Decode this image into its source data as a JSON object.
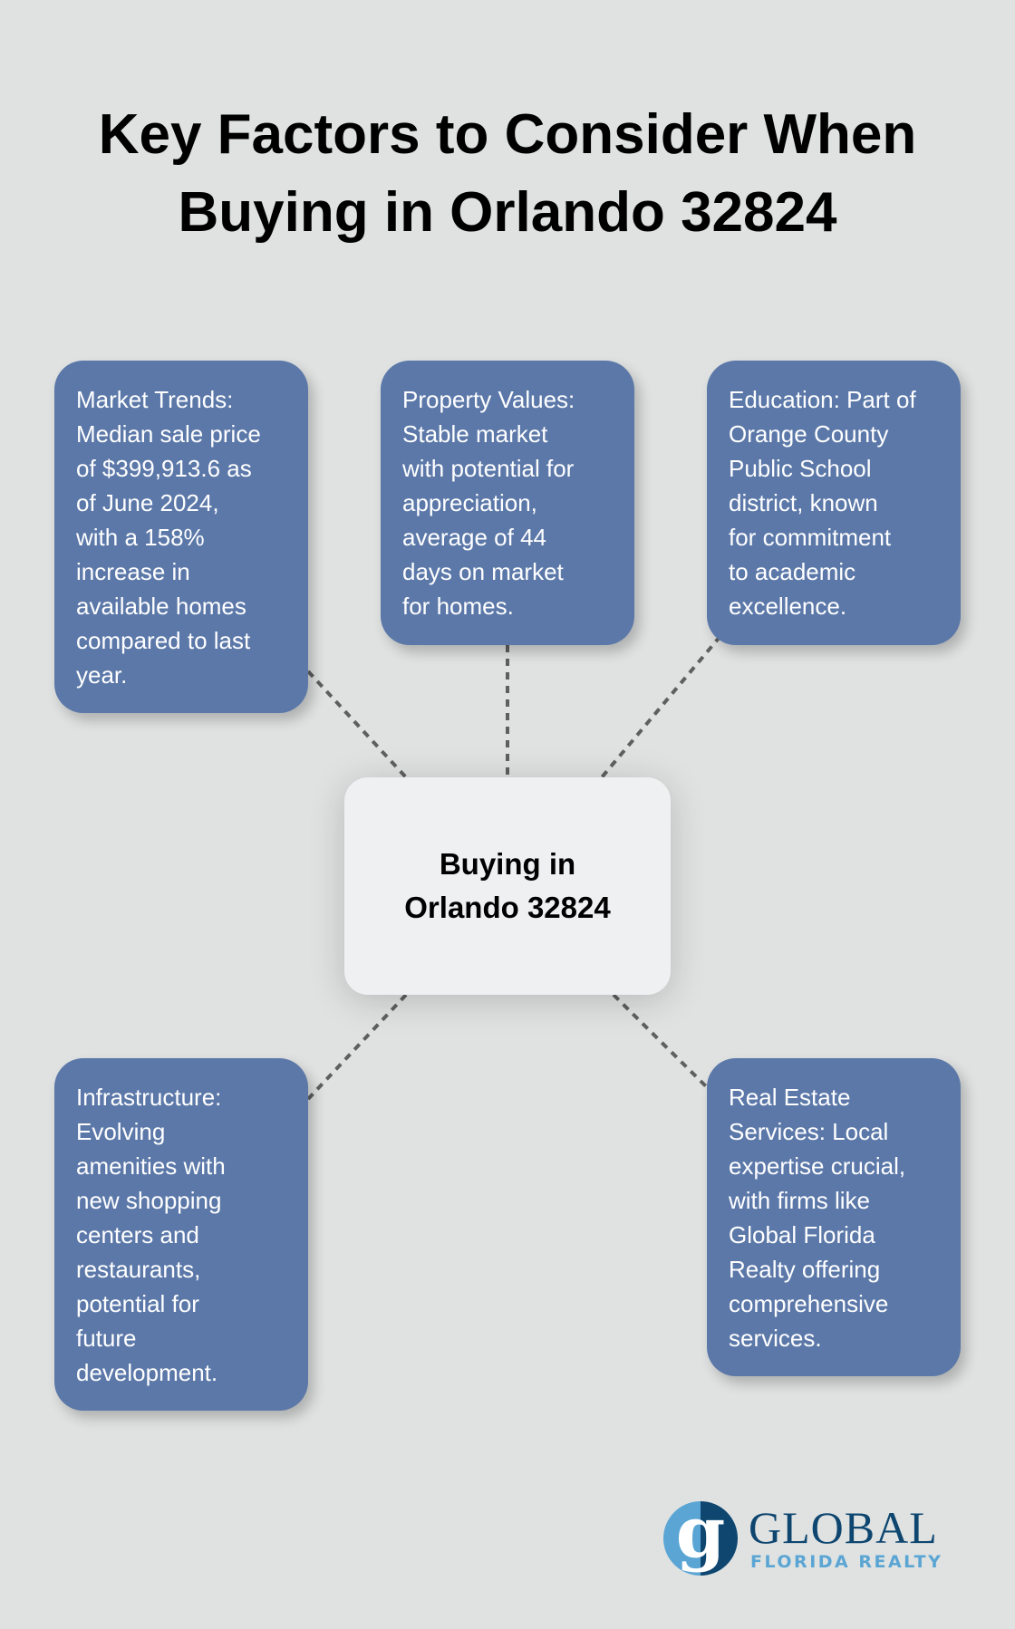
{
  "title": {
    "lines": [
      "Key Factors to Consider When",
      "Buying in Orlando 32824"
    ]
  },
  "center_node": {
    "lines": [
      "Buying in",
      "Orlando 32824"
    ],
    "color": "#eff0f2"
  },
  "nodes": [
    {
      "id": "market-trends",
      "lines": [
        "Market Trends:",
        "Median sale price",
        "of $399,913.6 as",
        "of June 2024,",
        "with a 158%",
        "increase in",
        "available homes",
        "compared to last",
        "year."
      ]
    },
    {
      "id": "property-values",
      "lines": [
        "Property Values:",
        "Stable market",
        "with potential for",
        "appreciation,",
        "average of 44",
        "days on market",
        "for homes."
      ]
    },
    {
      "id": "education",
      "lines": [
        "Education: Part of",
        "Orange County",
        "Public School",
        "district, known",
        "for commitment",
        "to academic",
        "excellence."
      ]
    },
    {
      "id": "infrastructure",
      "lines": [
        "Infrastructure:",
        "Evolving",
        "amenities with",
        "new shopping",
        "centers and",
        "restaurants,",
        "potential for",
        "future",
        "development."
      ]
    },
    {
      "id": "real-estate-services",
      "lines": [
        "Real Estate",
        "Services: Local",
        "expertise crucial,",
        "with firms like",
        "Global Florida",
        "Realty offering",
        "comprehensive",
        "services."
      ]
    }
  ],
  "colors": {
    "background": "#dfe2e1",
    "node_fill": "#5b78a9",
    "node_text": "#ffffff",
    "connector": "#5f5f5f",
    "logo_dark": "#0e4670",
    "logo_light": "#5aa5d4"
  },
  "logo": {
    "mark": "g",
    "name": "GLOBAL",
    "subtitle": "FLORIDA REALTY"
  }
}
